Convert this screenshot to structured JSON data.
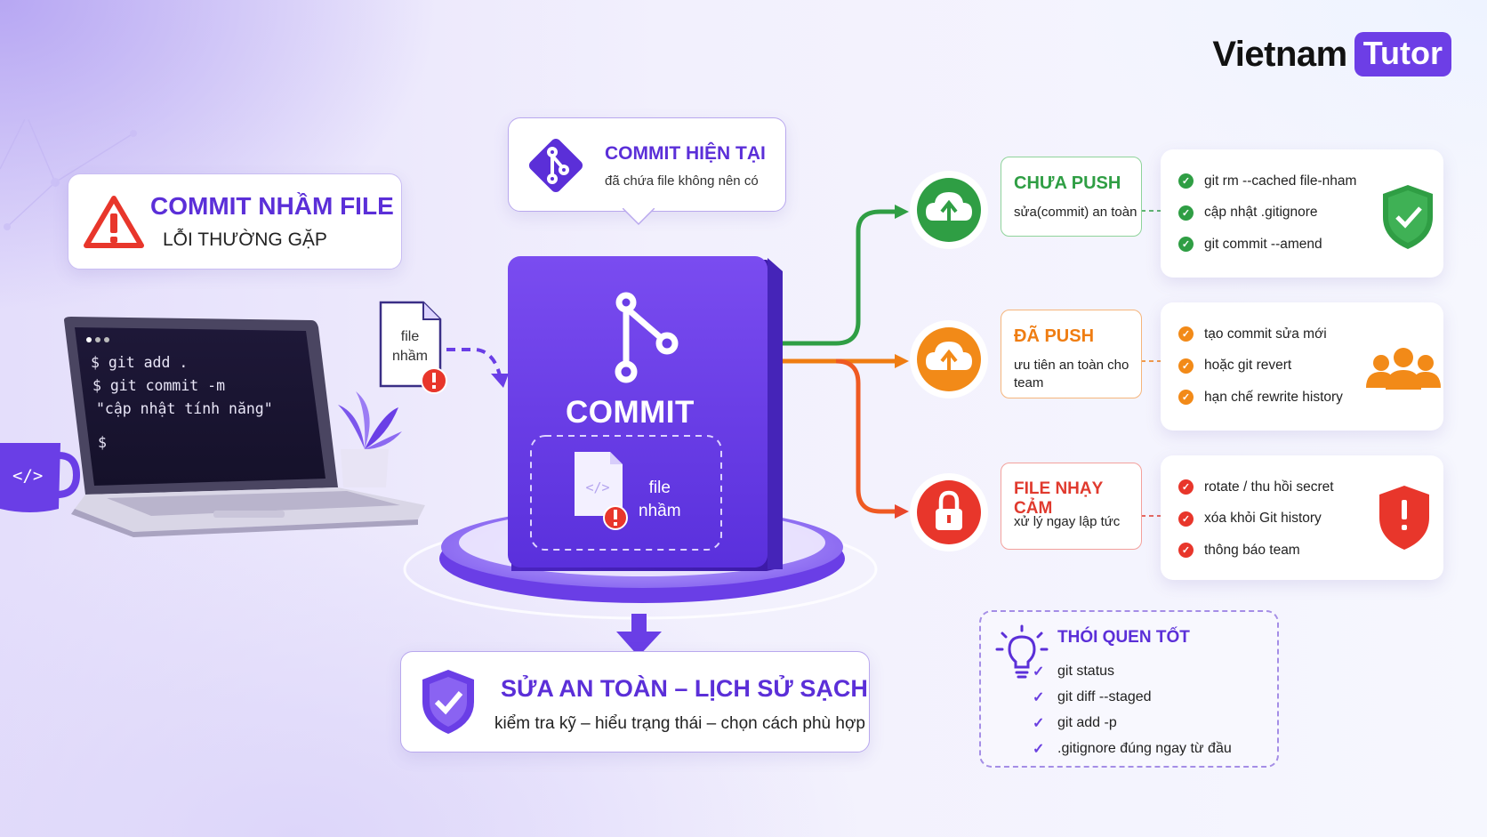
{
  "logo": {
    "word1": "Vietnam",
    "word2": "Tutor"
  },
  "left_card": {
    "title": "COMMIT NHẦM FILE",
    "subtitle": "LỖI THƯỜNG GẶP"
  },
  "terminal": {
    "lines": [
      "$ git add .",
      "$ git commit -m",
      "\"cập nhật tính năng\"",
      "$"
    ]
  },
  "mug_icon": "</>",
  "file_doc": {
    "line1": "file",
    "line2": "nhầm"
  },
  "current_commit": {
    "title": "COMMIT HIỆN TẠI",
    "subtitle": "đã chứa file không nên có"
  },
  "cube": {
    "title": "COMMIT",
    "file_line1": "file",
    "file_line2": "nhầm"
  },
  "summary": {
    "title": "SỬA AN TOÀN – LỊCH SỬ SẠCH",
    "subtitle": "kiểm tra kỹ – hiểu trạng thái – chọn cách phù hợp"
  },
  "branches": {
    "chua_push": {
      "title": "CHƯA PUSH",
      "subtitle": "sửa(commit) an toàn",
      "color": "#2f9e44",
      "icon": "cloud-upload-icon",
      "actions": [
        "git rm --cached file-nham",
        "cập nhật .gitignore",
        "git commit --amend"
      ],
      "badge": "shield-check-icon"
    },
    "da_push": {
      "title": "ĐÃ PUSH",
      "subtitle": "ưu tiên an toàn cho team",
      "color": "#ef7d12",
      "icon": "cloud-upload-icon",
      "actions": [
        "tạo commit sửa mới",
        "hoặc git revert",
        "hạn chế rewrite history"
      ],
      "badge": "team-icon"
    },
    "file_nhay_cam": {
      "title": "FILE NHẠY CẢM",
      "subtitle": "xử lý ngay lập tức",
      "color": "#e03a2e",
      "icon": "lock-icon",
      "actions": [
        "rotate / thu hồi secret",
        "xóa khỏi Git history",
        "thông báo team"
      ],
      "badge": "shield-alert-icon"
    }
  },
  "tips": {
    "title": "THÓI QUEN TỐT",
    "items": [
      "git status",
      "git diff --staged",
      "git add -p",
      ".gitignore đúng ngay từ đầu"
    ]
  }
}
